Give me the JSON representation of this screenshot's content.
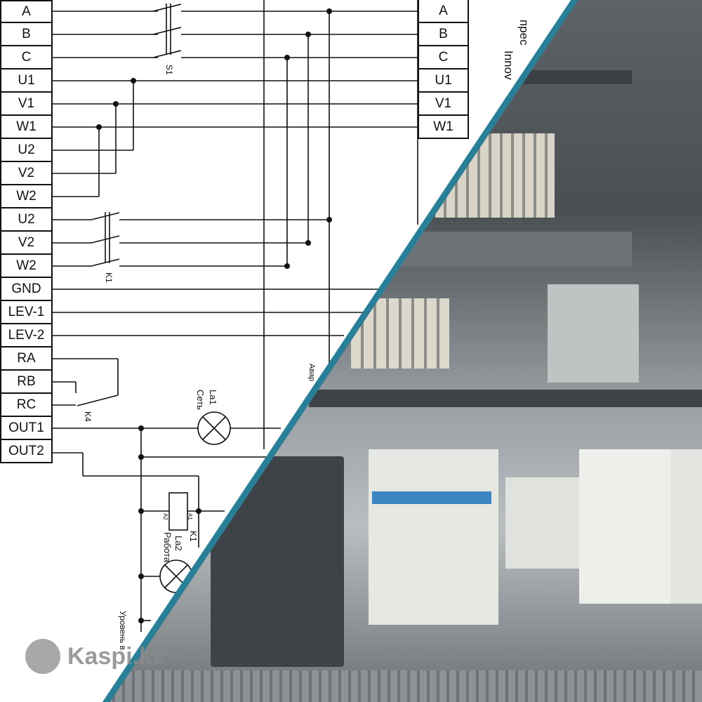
{
  "left_terminals": [
    "A",
    "B",
    "C",
    "U1",
    "V1",
    "W1",
    "U2",
    "V2",
    "W2",
    "U2",
    "V2",
    "W2",
    "GND",
    "LEV-1",
    "LEV-2",
    "RA",
    "RB",
    "RC",
    "OUT1",
    "OUT2"
  ],
  "right_terminals": [
    "A",
    "B",
    "C",
    "U1",
    "V1",
    "W1"
  ],
  "labels": {
    "s1": "S1",
    "k1": "K1",
    "k4": "K4",
    "la1": "La1",
    "la1_name": "Сеть",
    "la2": "La2",
    "la2_name": "Работа",
    "coil_k1": "K1",
    "a1": "A1",
    "a2": "A2",
    "level": "Уровень в",
    "avar": "Авар",
    "prec": "прес",
    "innov": "Innov"
  },
  "watermark": "Kaspi.kz",
  "colors": {
    "divider": "#2a7f96",
    "wire": "#111111"
  }
}
